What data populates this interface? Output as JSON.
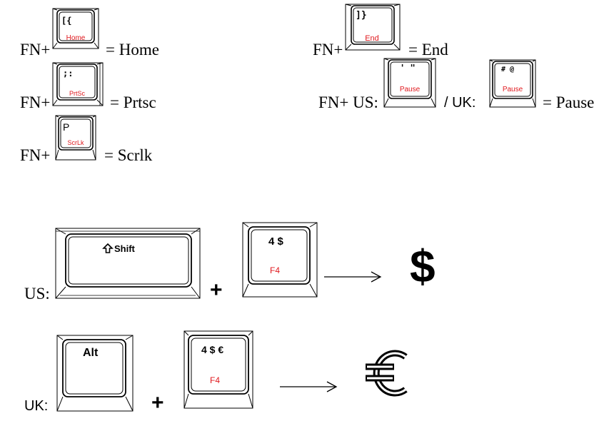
{
  "fn_section": {
    "items": [
      {
        "prefix": "FN+",
        "top": "[{",
        "bottom": "Home",
        "result": "= Home"
      },
      {
        "prefix": "FN+",
        "top": "]}",
        "bottom": "End",
        "result": "= End"
      },
      {
        "prefix": "FN+",
        "top": ";:",
        "bottom": "PrtSc",
        "result": "= Prtsc"
      },
      {
        "prefix": "FN+ US:",
        "top": "' \"",
        "bottom": "Pause",
        "separator": "/ UK:",
        "uk_top": "# @",
        "uk_bottom": "Pause",
        "result": "= Pause"
      },
      {
        "prefix": "FN+",
        "top": "P",
        "bottom": "ScrLk",
        "result": "= Scrlk"
      }
    ]
  },
  "currency_section": {
    "us": {
      "label": "US:",
      "mod_key": "Shift",
      "mod_icon": "shift-arrow-icon",
      "key_top": "4 $",
      "key_bottom": "F4",
      "plus": "+",
      "result_symbol": "$"
    },
    "uk": {
      "label": "UK:",
      "mod_key": "Alt",
      "key_top": "4 $ €",
      "key_bottom": "F4",
      "plus": "+",
      "result_symbol": "€"
    }
  },
  "colors": {
    "legend_red": "#e0191e",
    "outline": "#000000"
  }
}
